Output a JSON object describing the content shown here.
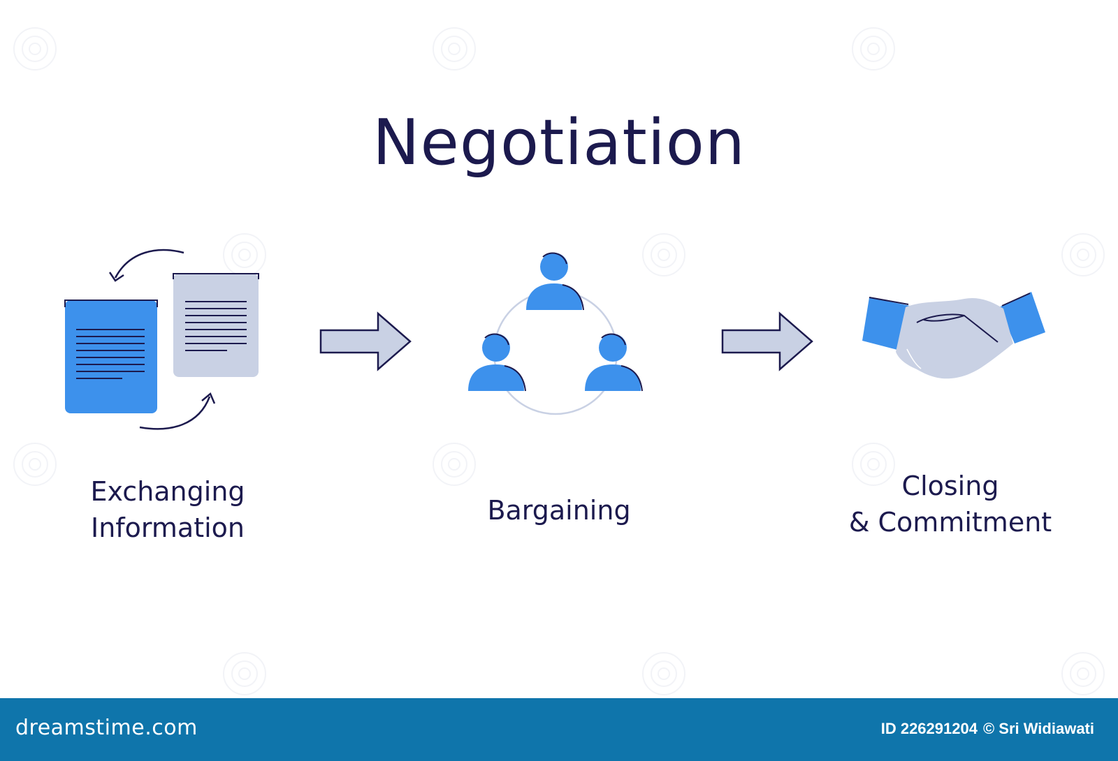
{
  "title": "Negotiation",
  "steps": [
    {
      "lines": [
        "Exchanging",
        "Information"
      ],
      "icon": "documents-exchange-icon"
    },
    {
      "lines": [
        "Bargaining"
      ],
      "icon": "people-circle-icon"
    },
    {
      "lines": [
        "Closing",
        "& Commitment"
      ],
      "icon": "handshake-icon"
    }
  ],
  "connectors": [
    "arrow-right-icon",
    "arrow-right-icon"
  ],
  "footer": {
    "logo_text": "dreamstime.com",
    "id_text": "ID 226291204",
    "author_text": "© Sri Widiawati"
  },
  "colors": {
    "title": "#1c1a4e",
    "accent_blue": "#3d91ec",
    "light_gray_blue": "#c9d1e4",
    "outline": "#1c1a4e",
    "footer_bg": "#0f75ab"
  }
}
